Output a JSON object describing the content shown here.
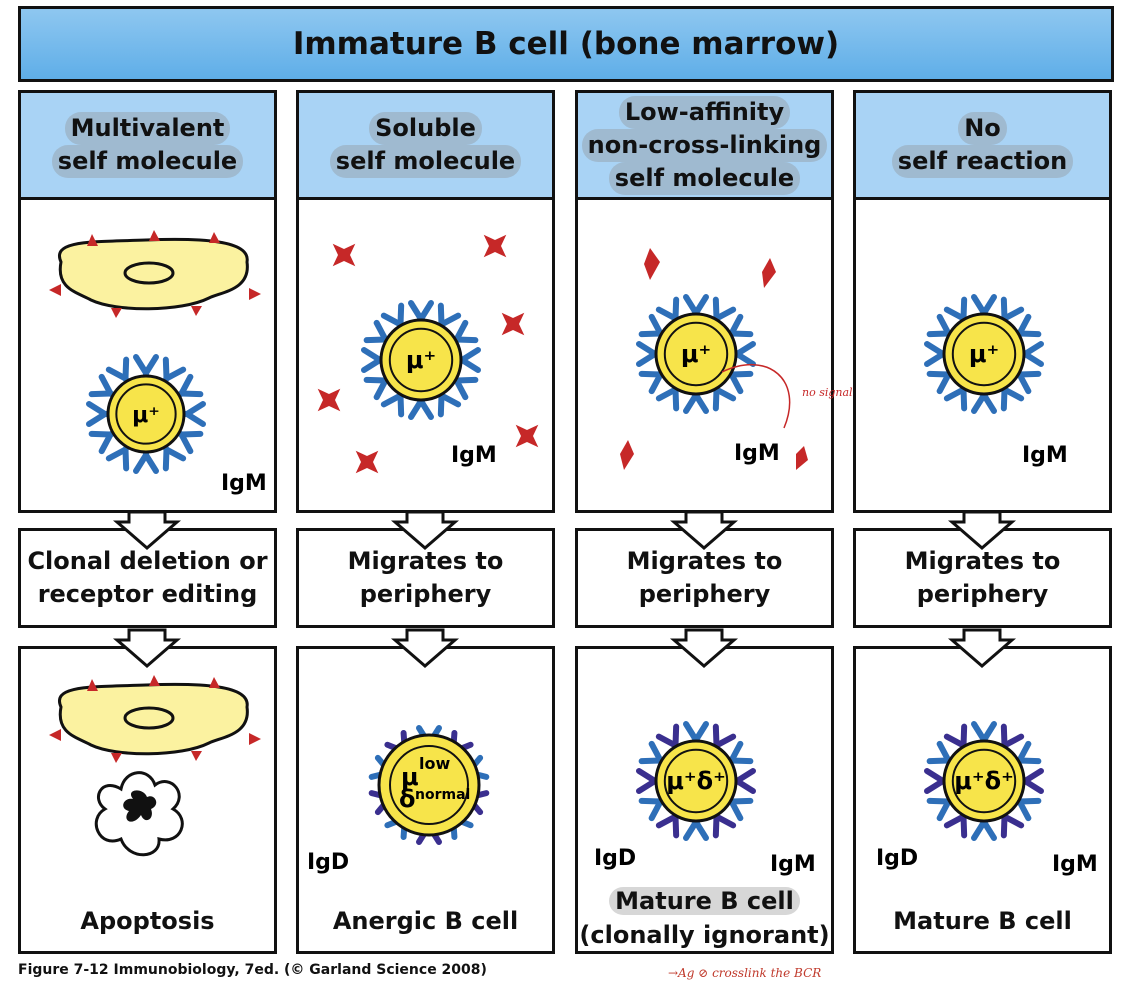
{
  "title": "Immature B cell (bone marrow)",
  "columns": [
    {
      "header_lines": [
        "Multivalent",
        "self molecule"
      ],
      "cell_label": "μ⁺",
      "receptor_label": "IgM",
      "outcome_lines": [
        "Clonal deletion or",
        "receptor editing"
      ],
      "final_label": "Apoptosis"
    },
    {
      "header_lines": [
        "Soluble",
        "self molecule"
      ],
      "cell_label": "μ⁺",
      "receptor_label": "IgM",
      "outcome_lines": [
        "Migrates to",
        "periphery"
      ],
      "final_cell_label_1": "μ",
      "final_cell_sup_1": "low",
      "final_cell_label_2": "δ",
      "final_cell_sup_2": "normal",
      "final_receptor_label": "IgD",
      "final_label": "Anergic B cell"
    },
    {
      "header_lines": [
        "Low-affinity",
        "non-cross-linking",
        "self molecule"
      ],
      "cell_label": "μ⁺",
      "receptor_label": "IgM",
      "outcome_lines": [
        "Migrates to",
        "periphery"
      ],
      "final_cell_label": "μ⁺δ⁺",
      "final_receptor_left": "IgD",
      "final_receptor_right": "IgM",
      "final_label_lines": [
        "Mature B cell",
        "(clonally ignorant)"
      ]
    },
    {
      "header_lines": [
        "No",
        "self reaction"
      ],
      "cell_label": "μ⁺",
      "receptor_label": "IgM",
      "outcome_lines": [
        "Migrates to",
        "periphery"
      ],
      "final_cell_label": "μ⁺δ⁺",
      "final_receptor_left": "IgD",
      "final_receptor_right": "IgM",
      "final_label": "Mature B cell"
    }
  ],
  "annotations": {
    "no_signalling": "no signalling",
    "crosslink_note": "→Ag ⊘ crosslink the BCR"
  },
  "caption": "Figure 7-12  Immunobiology, 7ed. (© Garland Science 2008)",
  "colors": {
    "banner": "#6db5ea",
    "header": "#a9d3f5",
    "cell_fill": "#f7e44a",
    "cell_light": "#fbf2a0",
    "igm": "#2e6fb8",
    "igd": "#3a2f8f",
    "antigen": "#c62828",
    "ink": "#111111"
  }
}
